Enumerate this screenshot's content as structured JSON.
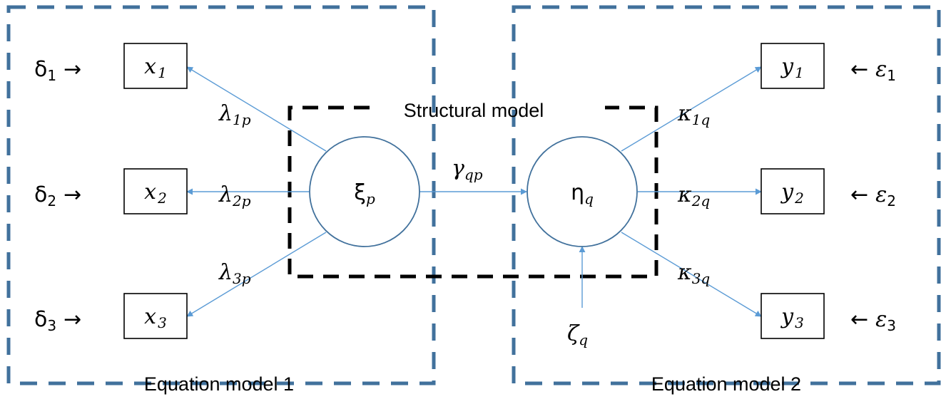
{
  "captions": {
    "structural": "Structural model",
    "equation1": "Equation model 1",
    "equation2": "Equation model 2"
  },
  "observed_x": [
    {
      "base": "x",
      "sub": "1"
    },
    {
      "base": "x",
      "sub": "2"
    },
    {
      "base": "x",
      "sub": "3"
    }
  ],
  "observed_y": [
    {
      "base": "y",
      "sub": "1"
    },
    {
      "base": "y",
      "sub": "2"
    },
    {
      "base": "y",
      "sub": "3"
    }
  ],
  "errors_delta": [
    {
      "base": "δ",
      "sub": "1",
      "arrow": "→"
    },
    {
      "base": "δ",
      "sub": "2",
      "arrow": "→"
    },
    {
      "base": "δ",
      "sub": "3",
      "arrow": "→"
    }
  ],
  "errors_epsilon": [
    {
      "base": "ε",
      "sub": "1",
      "arrow": "←"
    },
    {
      "base": "ε",
      "sub": "2",
      "arrow": "←"
    },
    {
      "base": "ε",
      "sub": "3",
      "arrow": "←"
    }
  ],
  "loadings_lambda": [
    {
      "base": "λ",
      "sub": "1p"
    },
    {
      "base": "λ",
      "sub": "2p"
    },
    {
      "base": "λ",
      "sub": "3p"
    }
  ],
  "loadings_kappa": [
    {
      "base": "κ",
      "sub": "1q"
    },
    {
      "base": "κ",
      "sub": "2q"
    },
    {
      "base": "κ",
      "sub": "3q"
    }
  ],
  "latent_xi": {
    "base": "ξ",
    "sub": "p"
  },
  "latent_eta": {
    "base": "η",
    "sub": "q"
  },
  "path_gamma": {
    "base": "γ",
    "sub": "qp"
  },
  "disturbance_zeta": {
    "base": "ζ",
    "sub": "q"
  },
  "colors": {
    "outer_frame": "#41719c",
    "inner_frame": "#000000",
    "arrow": "#5b9bd5",
    "circle": "#41719c"
  }
}
